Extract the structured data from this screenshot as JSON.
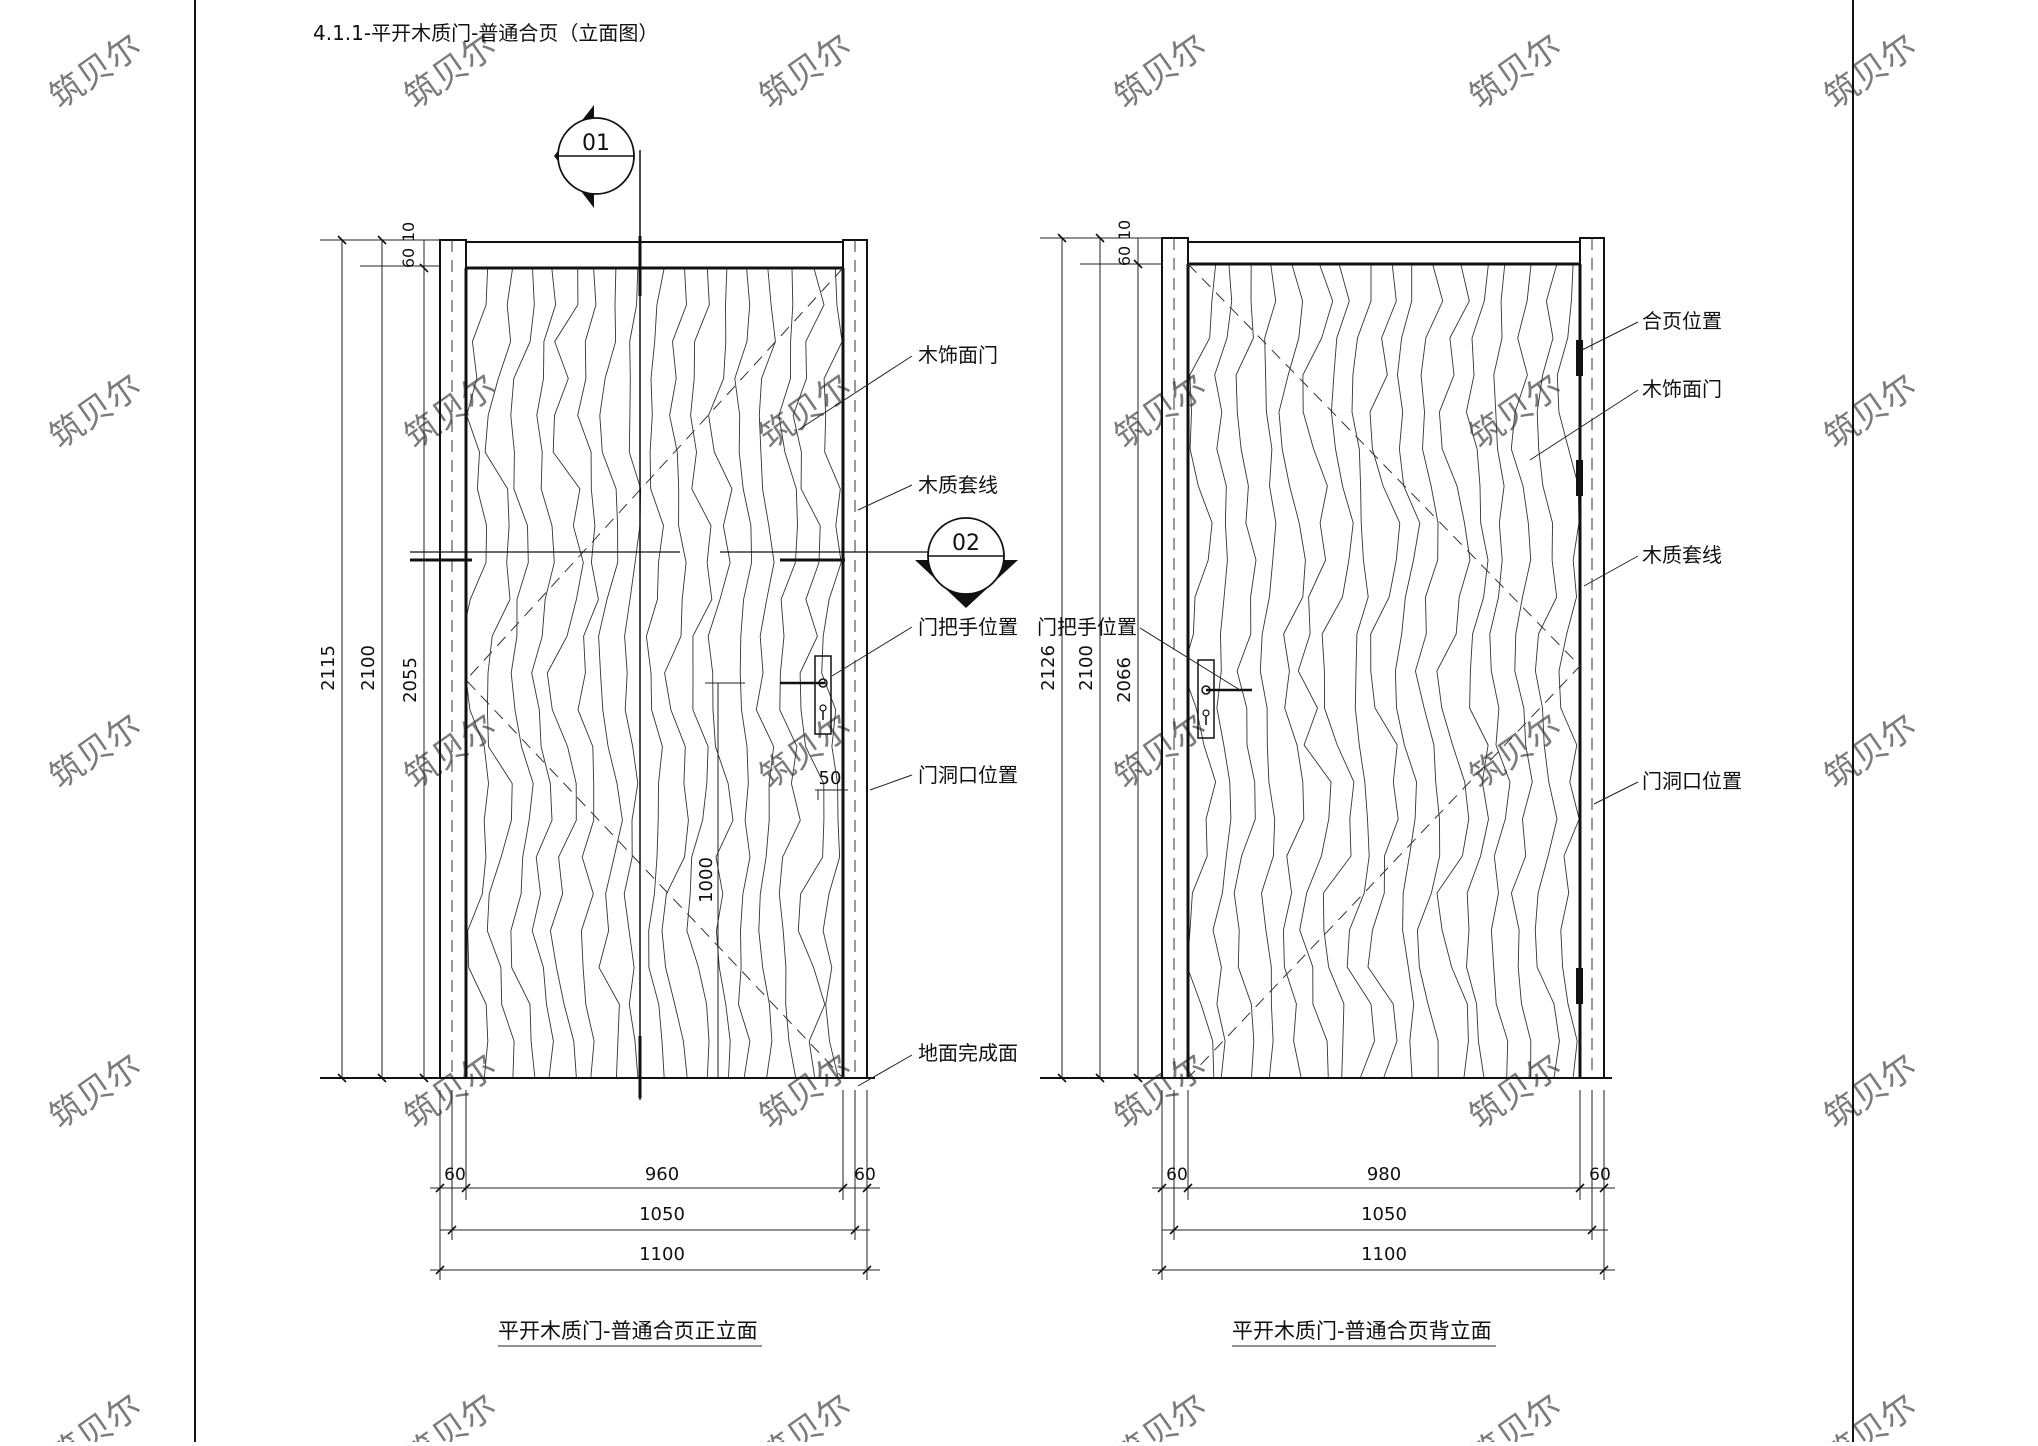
{
  "page_title": "4.1.1-平开木质门-普通合页（立面图）",
  "section_markers": {
    "marker1": "01",
    "marker2": "02"
  },
  "front_elevation": {
    "title": "平开木质门-普通合页正立面",
    "heights": {
      "h1": "2115",
      "h2": "2100",
      "h3": "2055",
      "top_small_a": "60",
      "top_small_b": "10"
    },
    "widths": {
      "left_frame": "60",
      "leaf": "960",
      "right_frame": "60",
      "opening": "1050",
      "overall": "1100"
    },
    "handle_offset": "50",
    "handle_height": "1000",
    "labels": {
      "door": "木饰面门",
      "casing": "木质套线",
      "handle": "门把手位置",
      "opening": "门洞口位置",
      "floor": "地面完成面"
    }
  },
  "back_elevation": {
    "title": "平开木质门-普通合页背立面",
    "heights": {
      "h1": "2126",
      "h2": "2100",
      "h3": "2066",
      "top_small_a": "60",
      "top_small_b": "10"
    },
    "widths": {
      "left_frame": "60",
      "leaf": "980",
      "right_frame": "60",
      "opening": "1050",
      "overall": "1100"
    },
    "labels": {
      "hinge": "合页位置",
      "door": "木饰面门",
      "casing": "木质套线",
      "handle": "门把手位置",
      "opening": "门洞口位置"
    }
  },
  "watermark": "筑贝尔"
}
